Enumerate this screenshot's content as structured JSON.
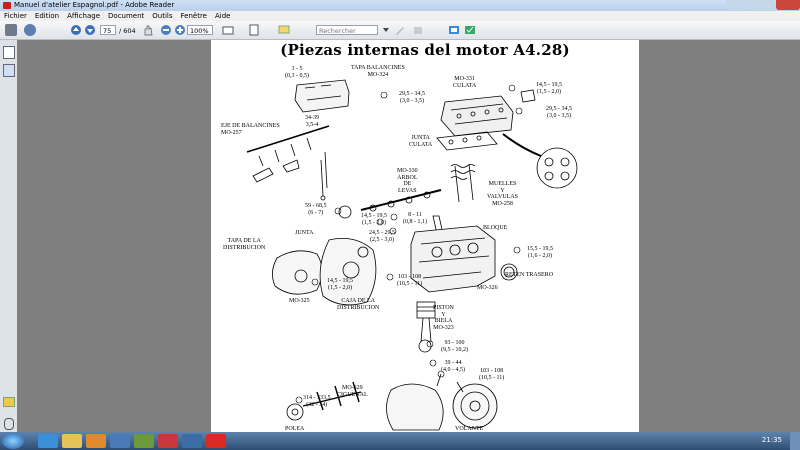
{
  "window": {
    "title": "Manuel d'atelier Espagnol.pdf - Adobe Reader"
  },
  "menu": [
    "Fichier",
    "Edition",
    "Affichage",
    "Document",
    "Outils",
    "Fenêtre",
    "Aide"
  ],
  "toolbar": {
    "page_current": "75",
    "page_total": "/ 604",
    "zoom": "100%",
    "search_placeholder": "Rechercher"
  },
  "page": {
    "title": "(Piezas internas del motor A4.28)",
    "labels": [
      "3 - 5\n(0,3 - 0,5)",
      "TAPA BALANCINES\nMO-324",
      "MO-331\nCULATA",
      "14,5 - 19,5\n(1,5 - 2,0)",
      "29,5 - 34,5\n(3,0 - 3,5)",
      "29,5 - 34,5\n(3,0 - 3,5)",
      "34-39\n3,5-4",
      "EJE DE BALANCINES\nMO-257",
      "JUNTA\nCULATA",
      "MO-330\nARBOL\nDE\nLEVAS",
      "MUELLES\nY\nVALVULAS\nMO-258",
      "59 - 68,5\n(6 - 7)",
      "14,5 - 19,5\n(1,5 - 2,0)",
      "8 - 11\n(0,8 - 1,1)",
      "TAPA DE LA\nDISTRIBUCION",
      "JUNTA",
      "24,5 - 29,5\n(2,5 - 3,0)",
      "BLOQUE",
      "15,5 - 19,5\n(1,6 - 2,0)",
      "RETEN TRASERO",
      "14,5 - 19,5\n(1,5 - 2,0)",
      "103 - 108\n(10,5 - 11)",
      "MO-326",
      "MO-325",
      "CAJA DE LA\nDISTRIBUCION",
      "PISTON\nY\nBIELA\nMO-323",
      "93 - 100\n(9,5 - 10,2)",
      "39 - 44\n(4,0 - 4,5)",
      "103 - 108\n(10,5 - 11)",
      "MO-329\nCIGUENAL",
      "314 - 333,5\n(32 - 34)",
      "POLEA",
      "VOLANTE"
    ]
  },
  "taskbar": {
    "clock": "21:35"
  }
}
